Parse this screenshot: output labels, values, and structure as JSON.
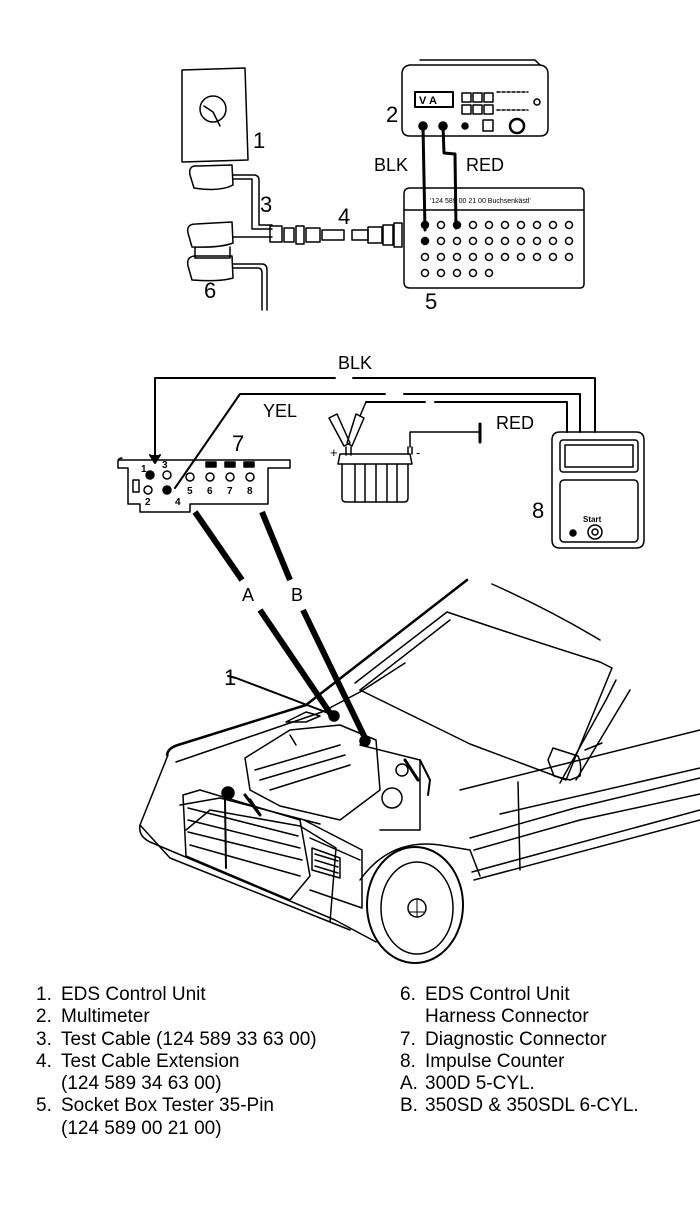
{
  "figure": {
    "top_callouts": {
      "c1": "1",
      "c2": "2",
      "c3": "3",
      "c4": "4",
      "c5": "5",
      "c6": "6"
    },
    "top_wires": {
      "blk": "BLK",
      "red": "RED"
    },
    "socket_box_header": "'124 589 00 21 00   Buchsenkästl'",
    "multimeter_display": "V  A",
    "middle_callouts": {
      "c7": "7",
      "c8": "8"
    },
    "middle_wires": {
      "blk": "BLK",
      "yel": "YEL",
      "red": "RED"
    },
    "battery_terminals": {
      "plus": "+",
      "minus": "-"
    },
    "diag_pins": [
      "1",
      "2",
      "3",
      "4",
      "5",
      "6",
      "7",
      "8"
    ],
    "impulse_counter_button": "Start",
    "car_callouts": {
      "a": "A",
      "b": "B",
      "c1": "1"
    }
  },
  "legend": {
    "left": [
      {
        "key": "1.",
        "label": "EDS Control Unit",
        "sub": ""
      },
      {
        "key": "2.",
        "label": "Multimeter",
        "sub": ""
      },
      {
        "key": "3.",
        "label": "Test Cable (124 589 33 63 00)",
        "sub": ""
      },
      {
        "key": "4.",
        "label": "Test Cable Extension",
        "sub": "(124 589 34 63 00)"
      },
      {
        "key": "5.",
        "label": "Socket Box Tester 35-Pin",
        "sub": "(124 589 00 21 00)"
      }
    ],
    "right": [
      {
        "key": "6.",
        "label": "EDS Control Unit",
        "sub": "Harness Connector"
      },
      {
        "key": "7.",
        "label": "Diagnostic Connector",
        "sub": ""
      },
      {
        "key": "8.",
        "label": "Impulse Counter",
        "sub": ""
      },
      {
        "key": "A.",
        "label": "300D 5-CYL.",
        "sub": ""
      },
      {
        "key": "B.",
        "label": "350SD & 350SDL 6-CYL.",
        "sub": ""
      }
    ]
  }
}
